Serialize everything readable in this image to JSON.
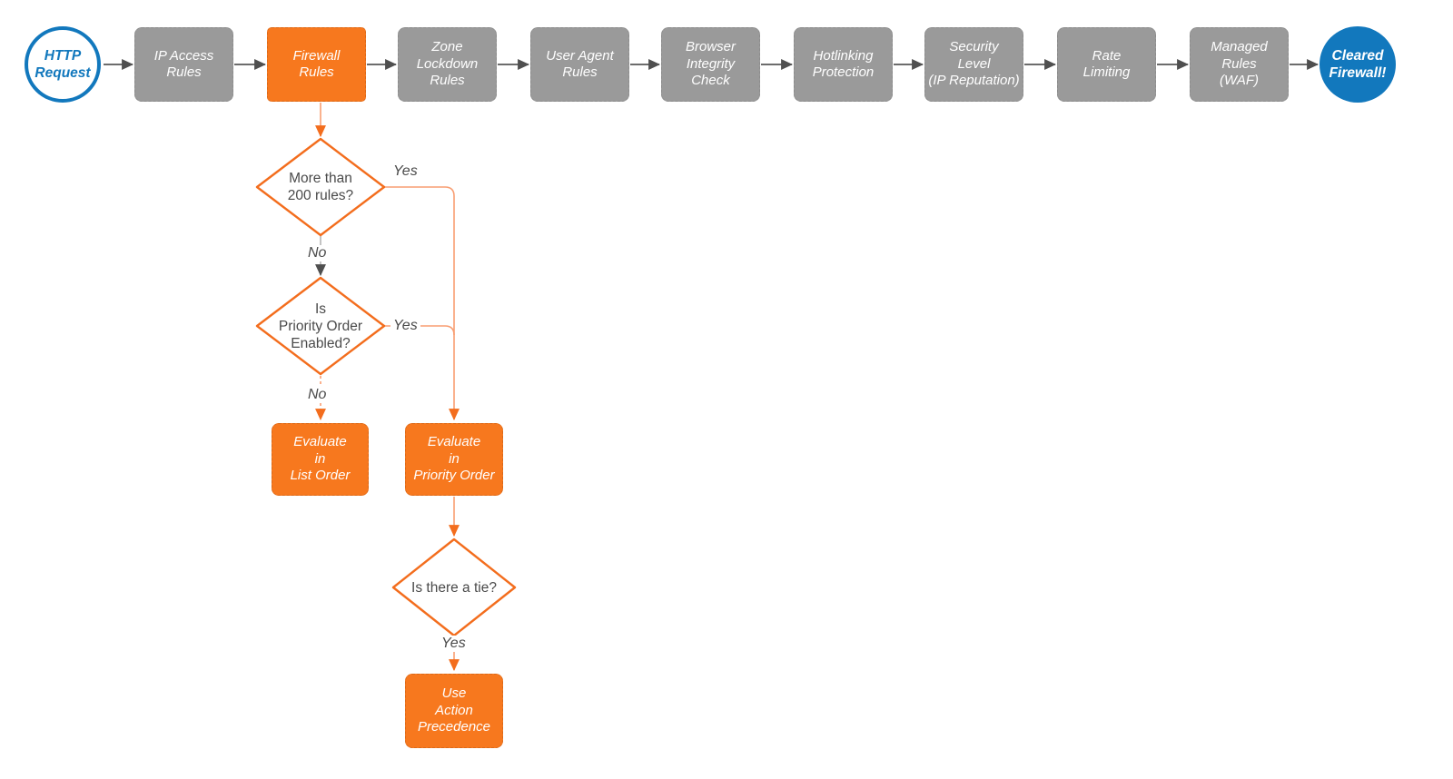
{
  "colors": {
    "orange": "#F7781E",
    "gray": "#9A9A9A",
    "gray_border": "#8C8C8C",
    "blue": "#1278BD",
    "salmon": "#F89E72",
    "arrow_orange": "#F36D1D",
    "arrow_dark": "#4F4F4F",
    "line_dark": "#575757",
    "line_gray": "#B5B5B5",
    "text_dark": "#4A4A4A"
  },
  "flow": {
    "start": {
      "label": "HTTP\nRequest"
    },
    "steps": [
      {
        "label": "IP Access\nRules"
      },
      {
        "label": "Firewall\nRules"
      },
      {
        "label": "Zone\nLockdown\nRules"
      },
      {
        "label": "User Agent\nRules"
      },
      {
        "label": "Browser\nIntegrity\nCheck"
      },
      {
        "label": "Hotlinking\nProtection"
      },
      {
        "label": "Security\nLevel\n(IP Reputation)"
      },
      {
        "label": "Rate\nLimiting"
      },
      {
        "label": "Managed\nRules\n(WAF)"
      }
    ],
    "end": {
      "label": "Cleared\nFirewall!"
    }
  },
  "branch": {
    "decision_more_rules": {
      "label": "More than\n200 rules?",
      "yes": "Yes",
      "no": "No"
    },
    "decision_priority": {
      "label": "Is\nPriority Order\nEnabled?",
      "yes": "Yes",
      "no": "No"
    },
    "decision_tie": {
      "label": "Is there a tie?",
      "yes": "Yes"
    },
    "action_list_order": {
      "label": "Evaluate\nin\nList Order"
    },
    "action_priority_order": {
      "label": "Evaluate\nin\nPriority Order"
    },
    "action_precedence": {
      "label": "Use\nAction\nPrecedence"
    }
  }
}
